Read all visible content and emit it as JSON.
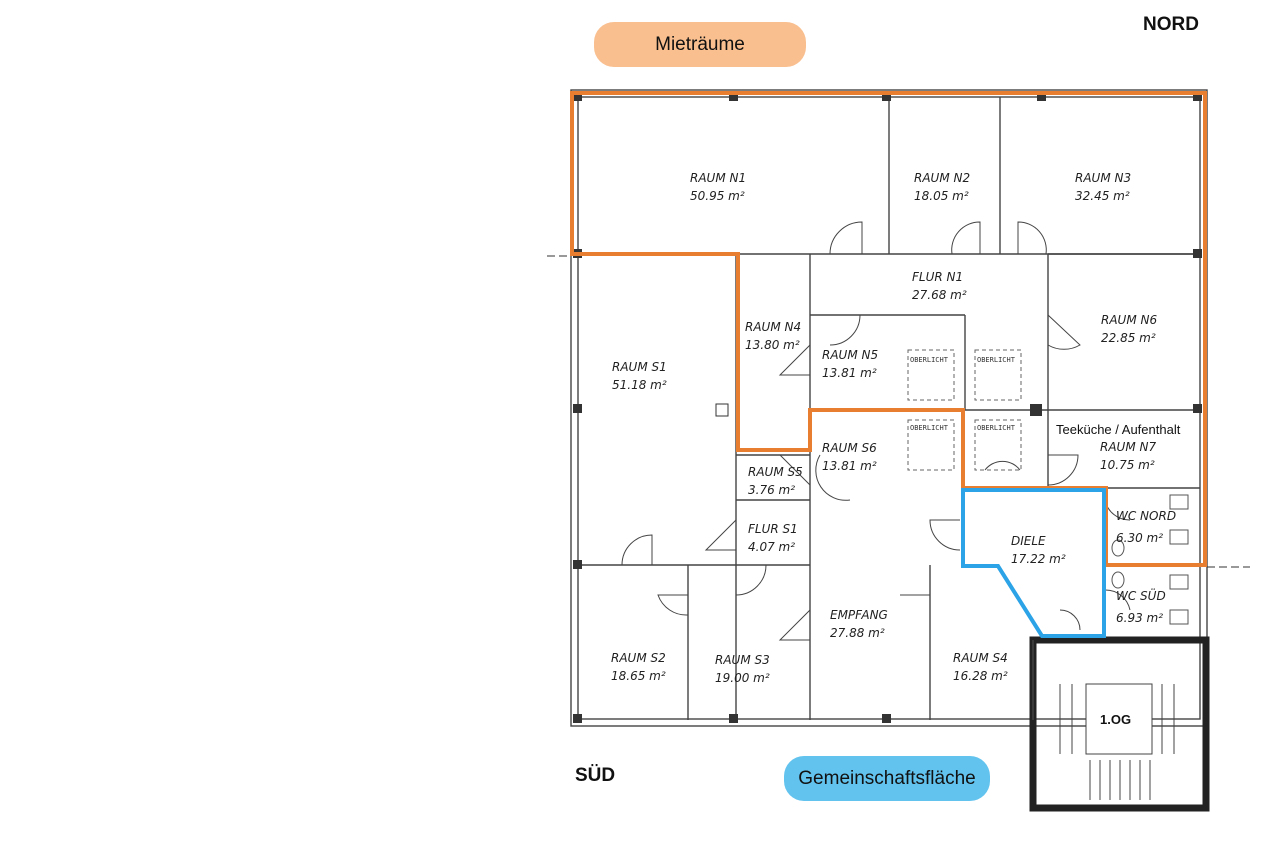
{
  "legend": {
    "rental": {
      "label": "Mieträume",
      "color": "#F9BF8F"
    },
    "common": {
      "label": "Gemeinschaftsfläche",
      "color": "#62C3EE"
    }
  },
  "compass": {
    "north": "NORD",
    "south": "SÜD"
  },
  "outline_colors": {
    "rental": "#E87E30",
    "common": "#2BA3E6"
  },
  "rooms": {
    "n1": {
      "name": "RAUM N1",
      "area": "50.95 m²"
    },
    "n2": {
      "name": "RAUM N2",
      "area": "18.05 m²"
    },
    "n3": {
      "name": "RAUM N3",
      "area": "32.45 m²"
    },
    "flur_n1": {
      "name": "FLUR N1",
      "area": "27.68 m²"
    },
    "n4": {
      "name": "RAUM N4",
      "area": "13.80 m²"
    },
    "n5": {
      "name": "RAUM N5",
      "area": "13.81 m²"
    },
    "n6": {
      "name": "RAUM N6",
      "area": "22.85 m²"
    },
    "n7": {
      "name": "RAUM N7",
      "area": "10.75 m²"
    },
    "s1": {
      "name": "RAUM S1",
      "area": "51.18 m²"
    },
    "s5": {
      "name": "RAUM S5",
      "area": "3.76 m²"
    },
    "s6": {
      "name": "RAUM S6",
      "area": "13.81 m²"
    },
    "flur_s1": {
      "name": "FLUR S1",
      "area": "4.07 m²"
    },
    "diele": {
      "name": "DIELE",
      "area": "17.22 m²"
    },
    "wc_nord": {
      "name": "WC NORD",
      "area": "6.30 m²"
    },
    "wc_sued": {
      "name": "WC SÜD",
      "area": "6.93 m²"
    },
    "empfang": {
      "name": "EMPFANG",
      "area": "27.88 m²"
    },
    "s2": {
      "name": "RAUM S2",
      "area": "18.65 m²"
    },
    "s3": {
      "name": "RAUM S3",
      "area": "19.00 m²"
    },
    "s4": {
      "name": "RAUM S4",
      "area": "16.28 m²"
    }
  },
  "teekueche": "Teeküche / Aufenthalt",
  "oberlicht": "OBERLICHT",
  "stair": "1.OG"
}
